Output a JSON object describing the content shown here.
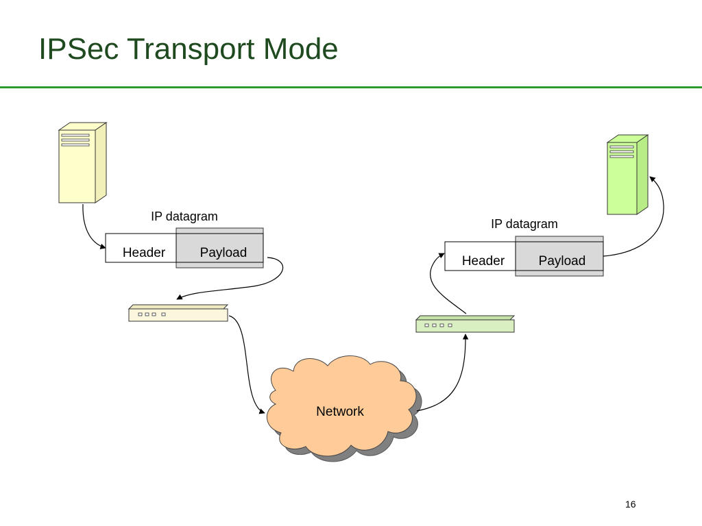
{
  "slide": {
    "title": "IPSec Transport Mode",
    "page_number": "16",
    "accent_color": "#2e9a2e",
    "title_color": "#1f4a1f"
  },
  "diagram": {
    "left_datagram": {
      "caption": "IP datagram",
      "header_label": "Header",
      "payload_label": "Payload"
    },
    "right_datagram": {
      "caption": "IP datagram",
      "header_label": "Header",
      "payload_label": "Payload"
    },
    "network_label": "Network",
    "colors": {
      "left_host": "#ffffcc",
      "right_host": "#ccff99",
      "left_router": "#fbf7dc",
      "right_router": "#d9efc2",
      "cloud": "#ffcc99",
      "cloud_shadow": "#808080",
      "payload_fill": "#d9d9d9"
    },
    "icons": {
      "left_host": "server-tower-icon",
      "right_host": "server-tower-icon",
      "left_router": "router-icon",
      "right_router": "router-icon",
      "network": "cloud-icon"
    }
  }
}
